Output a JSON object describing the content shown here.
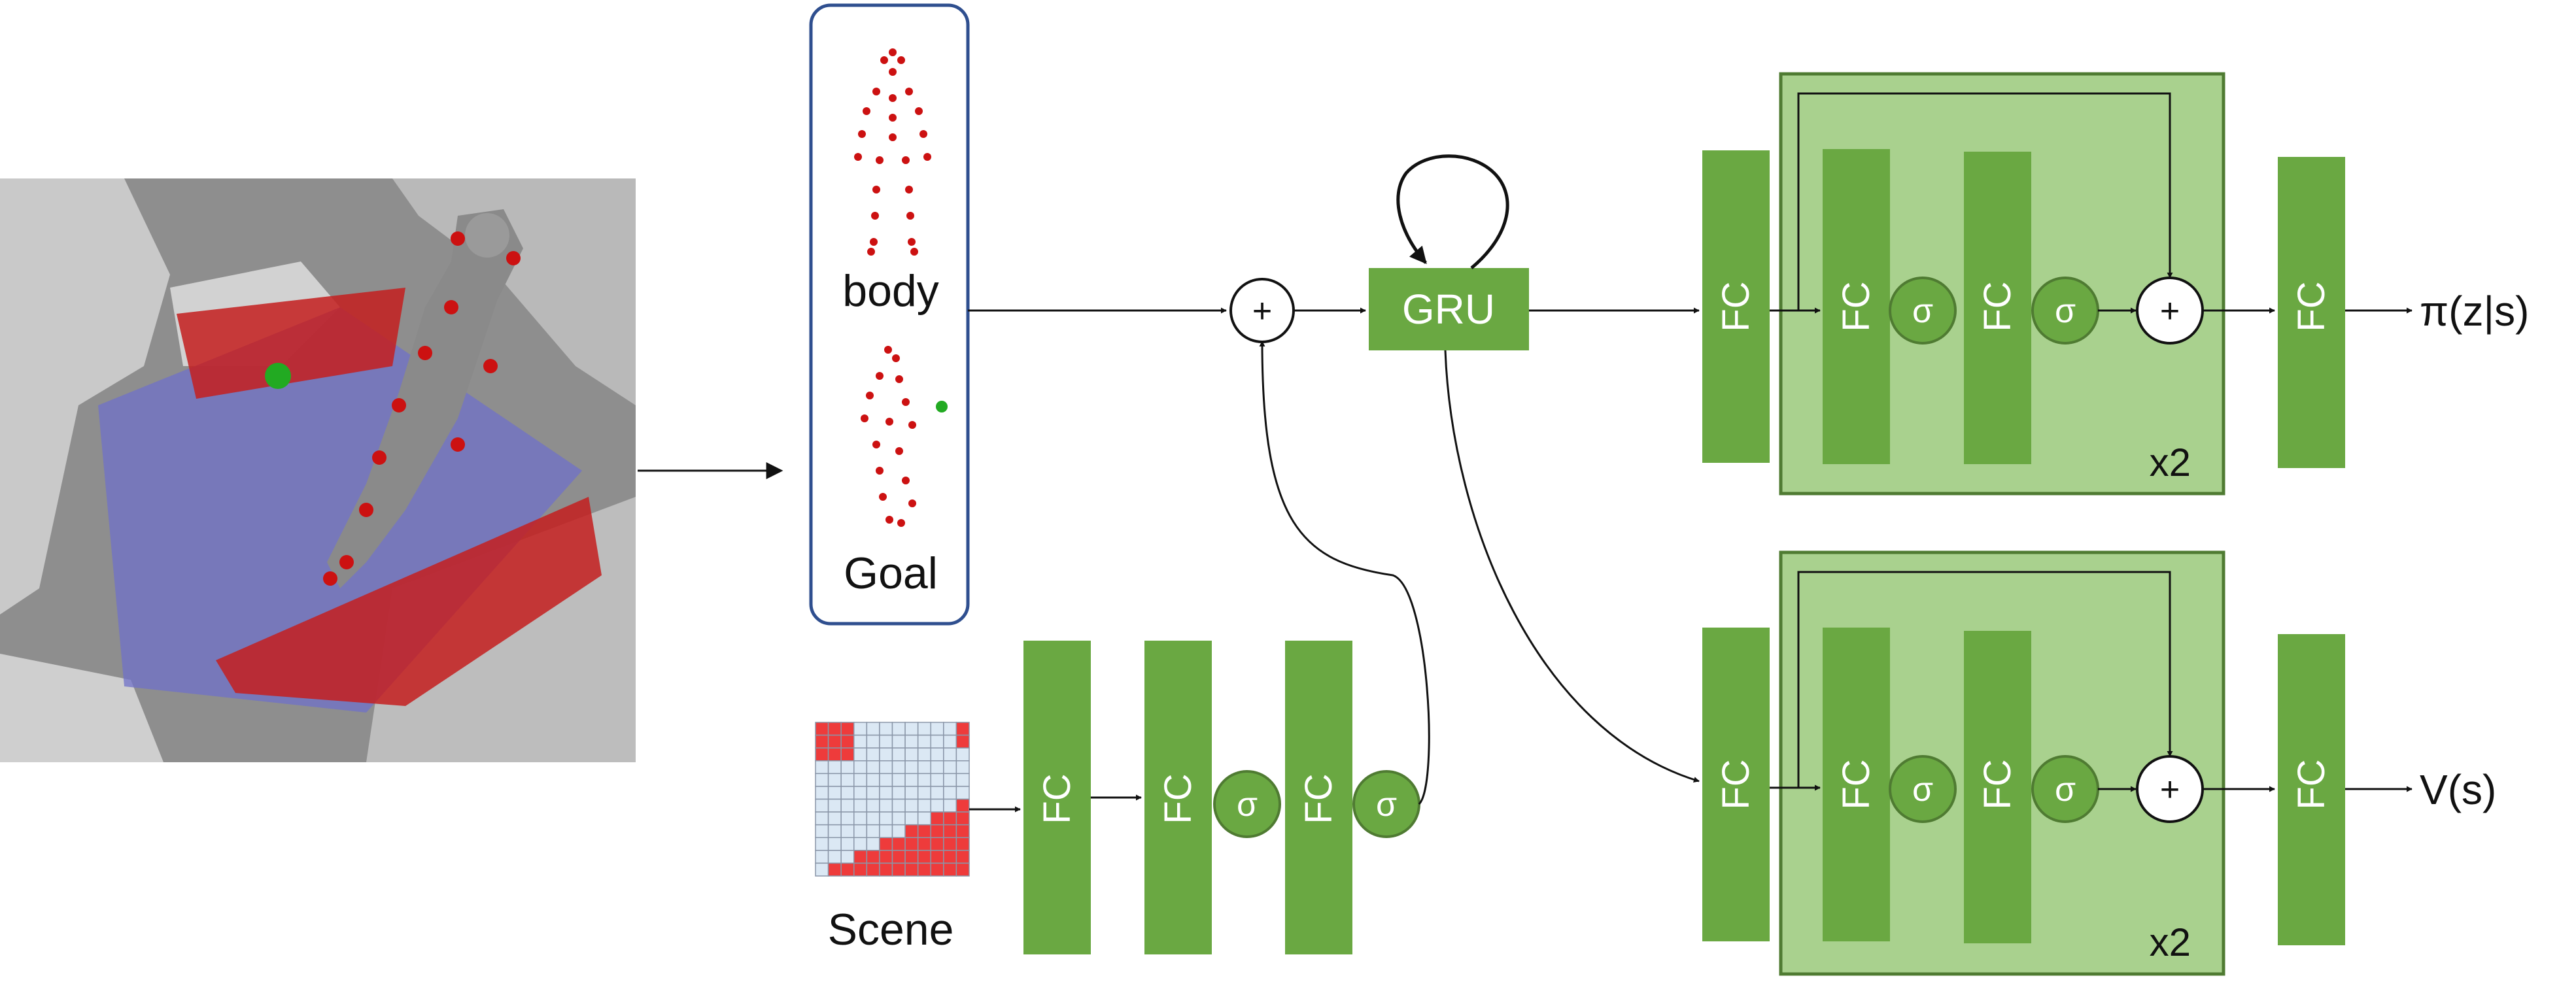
{
  "labels": {
    "body": "body",
    "goal": "Goal",
    "scene": "Scene",
    "gru": "GRU",
    "fc": "FC",
    "sigma": "σ",
    "plus": "+",
    "repeat": "x2",
    "policy_output": "π(z|s)",
    "value_output": "V(s)"
  },
  "colors": {
    "fc_green": "#6aa842",
    "block_green": "#a9d18e",
    "block_border": "#4f7b32",
    "sigma_border": "#4f7b32",
    "input_box_border": "#2f4f8f",
    "arrow": "#111111",
    "occupied_cell": "#ee3b3b",
    "free_cell": "#dbe8f4",
    "joint_red": "#cc1111",
    "goal_green": "#22aa22"
  },
  "scene_grid": {
    "rows": 12,
    "cols": 12
  },
  "icons": {
    "input_render": "character-in-scene-render-image",
    "body_pose": "body-pose-skeleton-icon",
    "goal_pose": "goal-pose-skeleton-icon",
    "recurrent_loop": "loop-arrow-icon"
  }
}
